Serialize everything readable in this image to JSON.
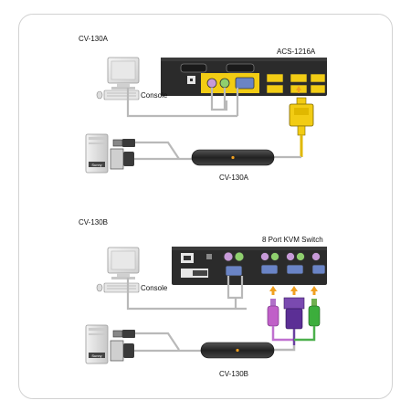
{
  "top": {
    "section_title": "CV-130A",
    "switch_label": "ACS-1216A",
    "console_label": "Console",
    "cable_label": "CV-130A",
    "pc_brand": "Sunny"
  },
  "bottom": {
    "section_title": "CV-130B",
    "switch_label": "8 Port KVM Switch",
    "console_label": "Console",
    "cable_label": "CV-130B",
    "pc_brand": "Sunny"
  },
  "colors": {
    "switch_body": "#2b2b2b",
    "port_yellow": "#f2cc14",
    "port_purple": "#c79ad8",
    "port_green": "#8fcf6e",
    "port_blue": "#6a84c6",
    "cable_gray": "#b9b9b9",
    "arrow_orange": "#f0a020"
  }
}
